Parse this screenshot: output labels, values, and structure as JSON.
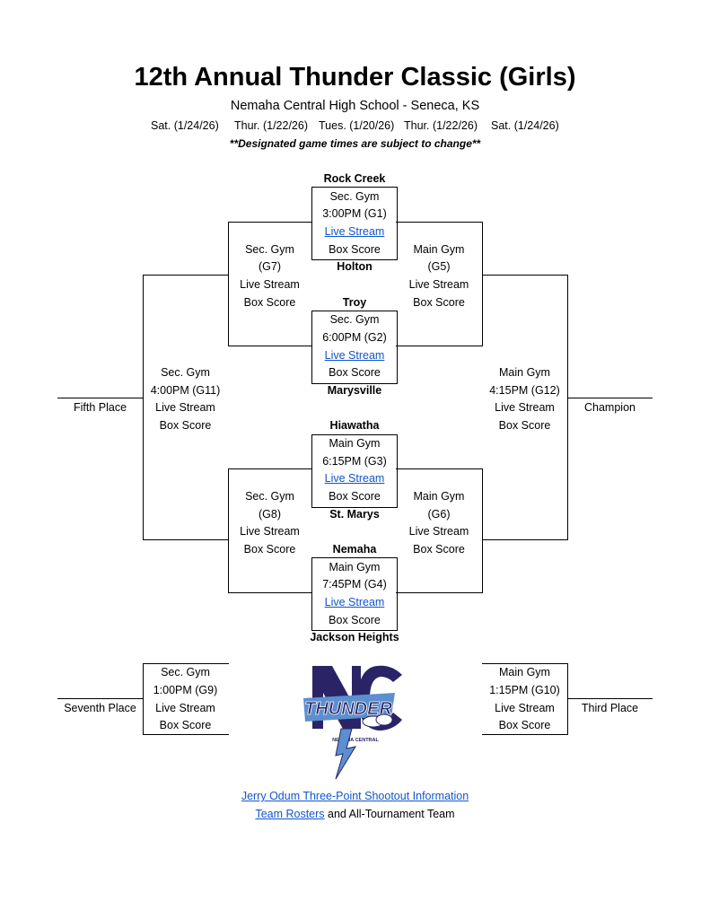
{
  "header": {
    "title": "12th Annual Thunder Classic (Girls)",
    "subtitle": "Nemaha Central High School - Seneca, KS",
    "dates": [
      "Sat. (1/24/26)",
      "Thur. (1/22/26)",
      "Tues. (1/20/26)",
      "Thur. (1/22/26)",
      "Sat. (1/24/26)"
    ],
    "notice": "**Designated game times are subject to change**"
  },
  "teams": {
    "t1": "Rock Creek",
    "t2": "Holton",
    "t3": "Troy",
    "t4": "Marysville",
    "t5": "Hiawatha",
    "t6": "St. Marys",
    "t7": "Nemaha",
    "t8": "Jackson Heights"
  },
  "games": {
    "g1": {
      "venue": "Sec. Gym",
      "time": "3:00PM (G1)",
      "stream": "Live Stream",
      "box": "Box Score"
    },
    "g2": {
      "venue": "Sec. Gym",
      "time": "6:00PM (G2)",
      "stream": "Live Stream",
      "box": "Box Score"
    },
    "g3": {
      "venue": "Main Gym",
      "time": "6:15PM (G3)",
      "stream": "Live Stream",
      "box": "Box Score"
    },
    "g4": {
      "venue": "Main Gym",
      "time": "7:45PM (G4)",
      "stream": "Live Stream",
      "box": "Box Score"
    },
    "g5": {
      "venue": "Main Gym",
      "time": "(G5)",
      "stream": "Live Stream",
      "box": "Box Score"
    },
    "g6": {
      "venue": "Main Gym",
      "time": "(G6)",
      "stream": "Live Stream",
      "box": "Box Score"
    },
    "g7": {
      "venue": "Sec. Gym",
      "time": "(G7)",
      "stream": "Live Stream",
      "box": "Box Score"
    },
    "g8": {
      "venue": "Sec. Gym",
      "time": "(G8)",
      "stream": "Live Stream",
      "box": "Box Score"
    },
    "g9": {
      "venue": "Sec. Gym",
      "time": "1:00PM (G9)",
      "stream": "Live Stream",
      "box": "Box Score"
    },
    "g10": {
      "venue": "Main Gym",
      "time": "1:15PM (G10)",
      "stream": "Live Stream",
      "box": "Box Score"
    },
    "g11": {
      "venue": "Sec. Gym",
      "time": "4:00PM (G11)",
      "stream": "Live Stream",
      "box": "Box Score"
    },
    "g12": {
      "venue": "Main Gym",
      "time": "4:15PM (G12)",
      "stream": "Live Stream",
      "box": "Box Score"
    }
  },
  "places": {
    "fifth": "Fifth Place",
    "champion": "Champion",
    "seventh": "Seventh Place",
    "third": "Third Place"
  },
  "logo": {
    "word": "THUNDER",
    "school": "NEMAHA CENTRAL",
    "colors": {
      "navy": "#2a2466",
      "blue": "#5b8fd0"
    }
  },
  "footer": {
    "shootout_link": "Jerry Odum Three-Point Shootout Information",
    "rosters_link": "Team Rosters",
    "rosters_suffix": " and All-Tournament Team"
  },
  "colors": {
    "link": "#1155cc"
  }
}
